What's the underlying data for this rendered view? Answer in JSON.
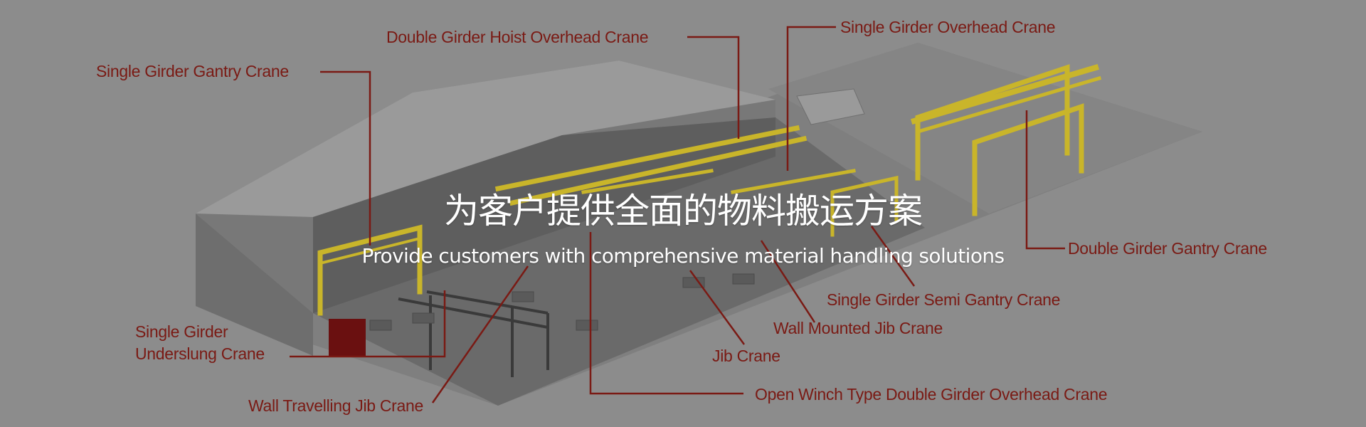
{
  "hero": {
    "title_cn": "为客户提供全面的物料搬运方案",
    "subtitle_en": "Provide customers with comprehensive material handling solutions"
  },
  "labels": {
    "double_girder_hoist_overhead": "Double Girder Hoist Overhead Crane",
    "single_girder_overhead": "Single Girder Overhead Crane",
    "single_girder_gantry": "Single Girder Gantry Crane",
    "double_girder_gantry": "Double Girder Gantry Crane",
    "single_girder_semi_gantry": "Single Girder Semi Gantry Crane",
    "wall_mounted_jib": "Wall Mounted Jib Crane",
    "jib": "Jib Crane",
    "single_girder_underslung_line1": "Single Girder",
    "single_girder_underslung_line2": "Underslung Crane",
    "wall_travelling_jib": "Wall Travelling Jib Crane",
    "open_winch_double_girder_overhead": "Open Winch Type Double Girder Overhead Crane"
  },
  "colors": {
    "label_text": "#7a1a14",
    "leader_line": "#7a1a14",
    "crane_yellow": "#c9b52a",
    "background": "#8c8c8c",
    "overlay_text": "#ffffff"
  }
}
